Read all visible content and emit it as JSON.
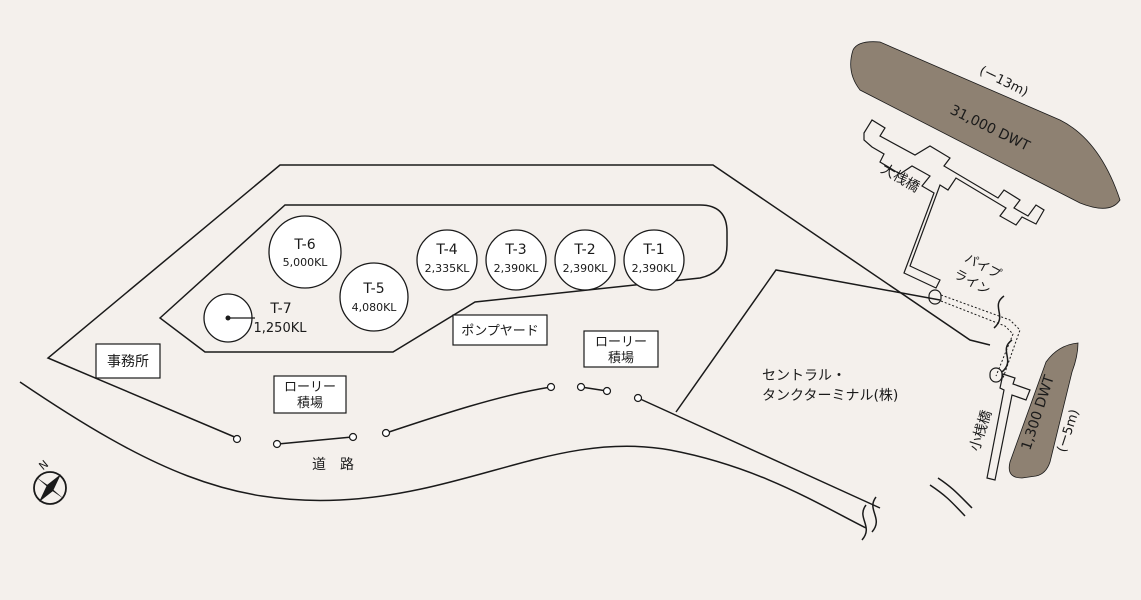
{
  "colors": {
    "background": "#f4f0ec",
    "ship": "#8e8172",
    "line": "#1a1a1a"
  },
  "tanks": [
    {
      "id": "T-6",
      "capacity": "5,000KL"
    },
    {
      "id": "T-5",
      "capacity": "4,080KL"
    },
    {
      "id": "T-7",
      "capacity": "1,250KL"
    },
    {
      "id": "T-4",
      "capacity": "2,335KL"
    },
    {
      "id": "T-3",
      "capacity": "2,390KL"
    },
    {
      "id": "T-2",
      "capacity": "2,390KL"
    },
    {
      "id": "T-1",
      "capacity": "2,390KL"
    }
  ],
  "labels": {
    "office": "事務所",
    "pump_yard": "ポンプヤード",
    "loading_area_line1": "ローリー",
    "loading_area_line2": "積場",
    "road": "道　路",
    "terminal_line1": "セントラル・",
    "terminal_line2": "タンクターミナル(株)",
    "big_pier": "大桟橋",
    "small_pier": "小桟橋",
    "pipeline_line1": "パイプ",
    "pipeline_line2": "ライン",
    "north": "N"
  },
  "ships": {
    "large": {
      "tonnage": "31,000 DWT",
      "depth": "(ー13m)"
    },
    "small": {
      "tonnage": "1,300 DWT",
      "depth": "(ー5m)"
    }
  }
}
